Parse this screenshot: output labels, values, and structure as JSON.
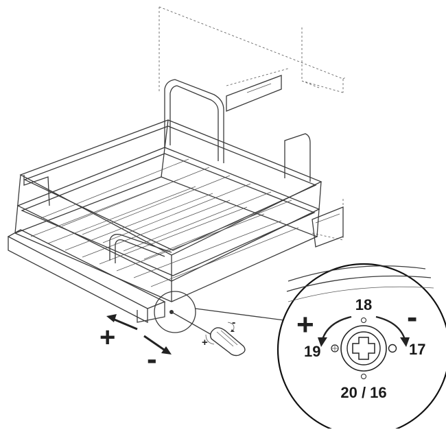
{
  "adjustment": {
    "left_sign": "+",
    "right_sign": "-",
    "top_value": "18",
    "left_value": "19",
    "right_value": "17",
    "bottom_value": "20 / 16"
  },
  "slide_direction": {
    "plus": "+",
    "minus": "-"
  },
  "screwdriver": {
    "plus": "+",
    "minus": "-"
  }
}
